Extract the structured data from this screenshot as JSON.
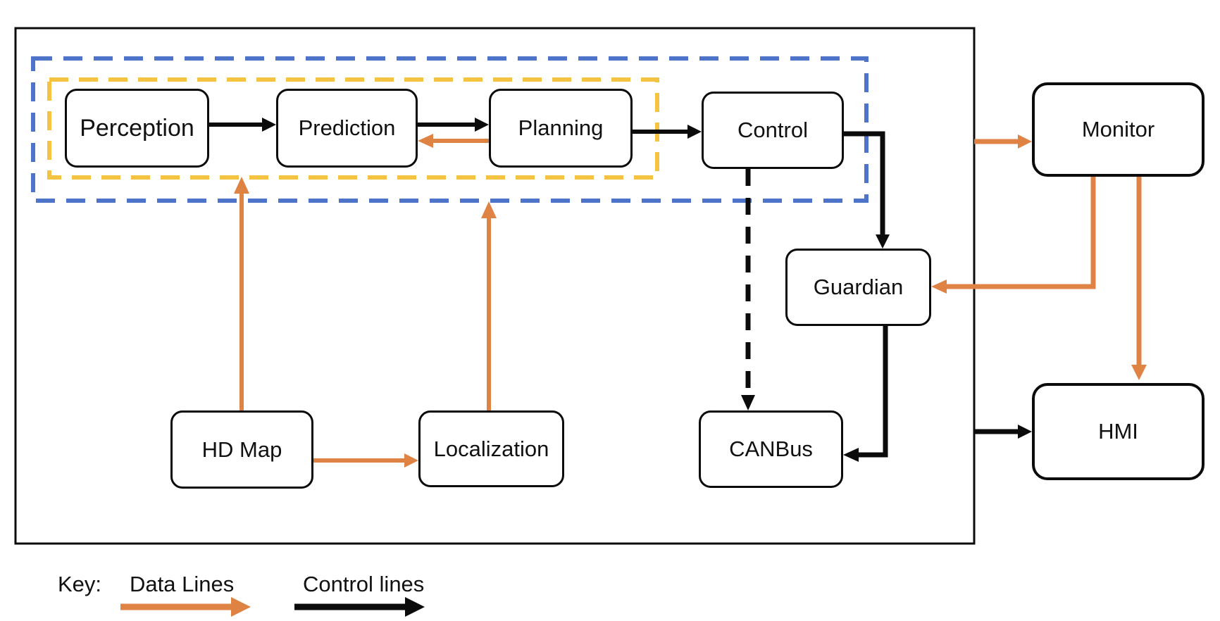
{
  "diagram": {
    "title_hint": "Autonomous driving system module architecture",
    "nodes": {
      "perception": {
        "label": "Perception"
      },
      "prediction": {
        "label": "Prediction"
      },
      "planning": {
        "label": "Planning"
      },
      "control": {
        "label": "Control"
      },
      "monitor": {
        "label": "Monitor"
      },
      "guardian": {
        "label": "Guardian"
      },
      "canbus": {
        "label": "CANBus",
        "spellcheck_underline": true
      },
      "hd_map": {
        "label": "HD Map"
      },
      "localization": {
        "label": "Localization"
      },
      "hmi": {
        "label": "HMI"
      }
    },
    "groups": {
      "system_boundary": {
        "style": "solid black rectangle",
        "contains": [
          "Perception",
          "Prediction",
          "Planning",
          "Control",
          "Guardian",
          "CANBus",
          "HD Map",
          "Localization"
        ]
      },
      "blue_dashed_group": {
        "style": "blue dashed rectangle",
        "contains": [
          "Perception",
          "Prediction",
          "Planning",
          "Control"
        ]
      },
      "yellow_dashed_group": {
        "style": "yellow dashed rectangle",
        "contains": [
          "Perception",
          "Prediction",
          "Planning"
        ]
      }
    },
    "edges": [
      {
        "from": "Perception",
        "to": "Prediction",
        "type": "control"
      },
      {
        "from": "Prediction",
        "to": "Planning",
        "type": "control"
      },
      {
        "from": "Planning",
        "to": "Control",
        "type": "control"
      },
      {
        "from": "Planning",
        "to": "Prediction",
        "type": "data"
      },
      {
        "from": "Control",
        "to": "Guardian",
        "type": "control"
      },
      {
        "from": "Control",
        "to": "CANBus",
        "type": "control",
        "style": "dashed"
      },
      {
        "from": "Guardian",
        "to": "CANBus",
        "type": "control"
      },
      {
        "from": "HD Map",
        "to": "yellow_dashed_group",
        "type": "data"
      },
      {
        "from": "Localization",
        "to": "blue_dashed_group",
        "type": "data"
      },
      {
        "from": "HD Map",
        "to": "Localization",
        "type": "data"
      },
      {
        "from": "system_boundary",
        "to": "Monitor",
        "type": "data"
      },
      {
        "from": "Monitor",
        "to": "Guardian",
        "type": "data"
      },
      {
        "from": "Monitor",
        "to": "HMI",
        "type": "data"
      },
      {
        "from": "system_boundary",
        "to": "HMI",
        "type": "control"
      }
    ],
    "key": {
      "title": "Key:",
      "items": [
        {
          "label": "Data Lines",
          "color": "#DF8345"
        },
        {
          "label": "Control lines",
          "color": "#000000"
        }
      ]
    },
    "colors": {
      "data_line": "#DF8345",
      "control_line": "#0B0B0B",
      "blue_dashed": "#4E74C9",
      "yellow_dashed": "#F5C342",
      "node_border": "#0B0B0B",
      "background": "#FFFFFF",
      "spellcheck_underline": "#E5342B"
    }
  }
}
